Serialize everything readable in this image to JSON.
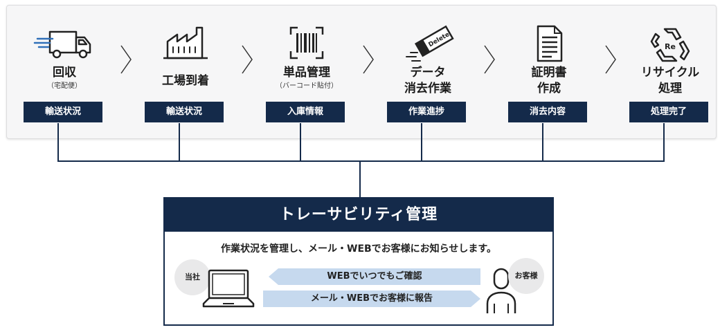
{
  "process_steps": [
    {
      "title_lines": [
        "回収"
      ],
      "subtitle": "（宅配便）",
      "icon": "delivery-truck-icon",
      "badge": "輸送状況"
    },
    {
      "title_lines": [
        "工場到着"
      ],
      "subtitle": "",
      "icon": "factory-icon",
      "badge": "輸送状況"
    },
    {
      "title_lines": [
        "単品管理"
      ],
      "subtitle": "（バーコード貼付）",
      "icon": "barcode-icon",
      "badge": "入庫情報"
    },
    {
      "title_lines": [
        "データ",
        "消去作業"
      ],
      "subtitle": "",
      "icon": "eraser-delete-icon",
      "icon_text": "Delete",
      "badge": "作業進捗"
    },
    {
      "title_lines": [
        "証明書",
        "作成"
      ],
      "subtitle": "",
      "icon": "certificate-document-icon",
      "badge": "消去内容"
    },
    {
      "title_lines": [
        "リサイクル",
        "処理"
      ],
      "subtitle": "",
      "icon": "recycle-icon",
      "icon_text": "Re",
      "badge": "処理完了"
    }
  ],
  "traceability": {
    "title": "トレーサビリティ管理",
    "description": "作業状況を管理し、メール・WEBでお客様にお知らせします。",
    "company_label": "当社",
    "customer_label": "お客様",
    "arrow_to_company": "WEBでいつでもご確認",
    "arrow_to_customer": "メール・WEBでお客様に報告"
  },
  "colors": {
    "navy": "#142a4a",
    "panel_bg": "#f6f6f7",
    "arrow_fill": "#c6d9ee",
    "circle_bg": "#e9e9ea"
  }
}
